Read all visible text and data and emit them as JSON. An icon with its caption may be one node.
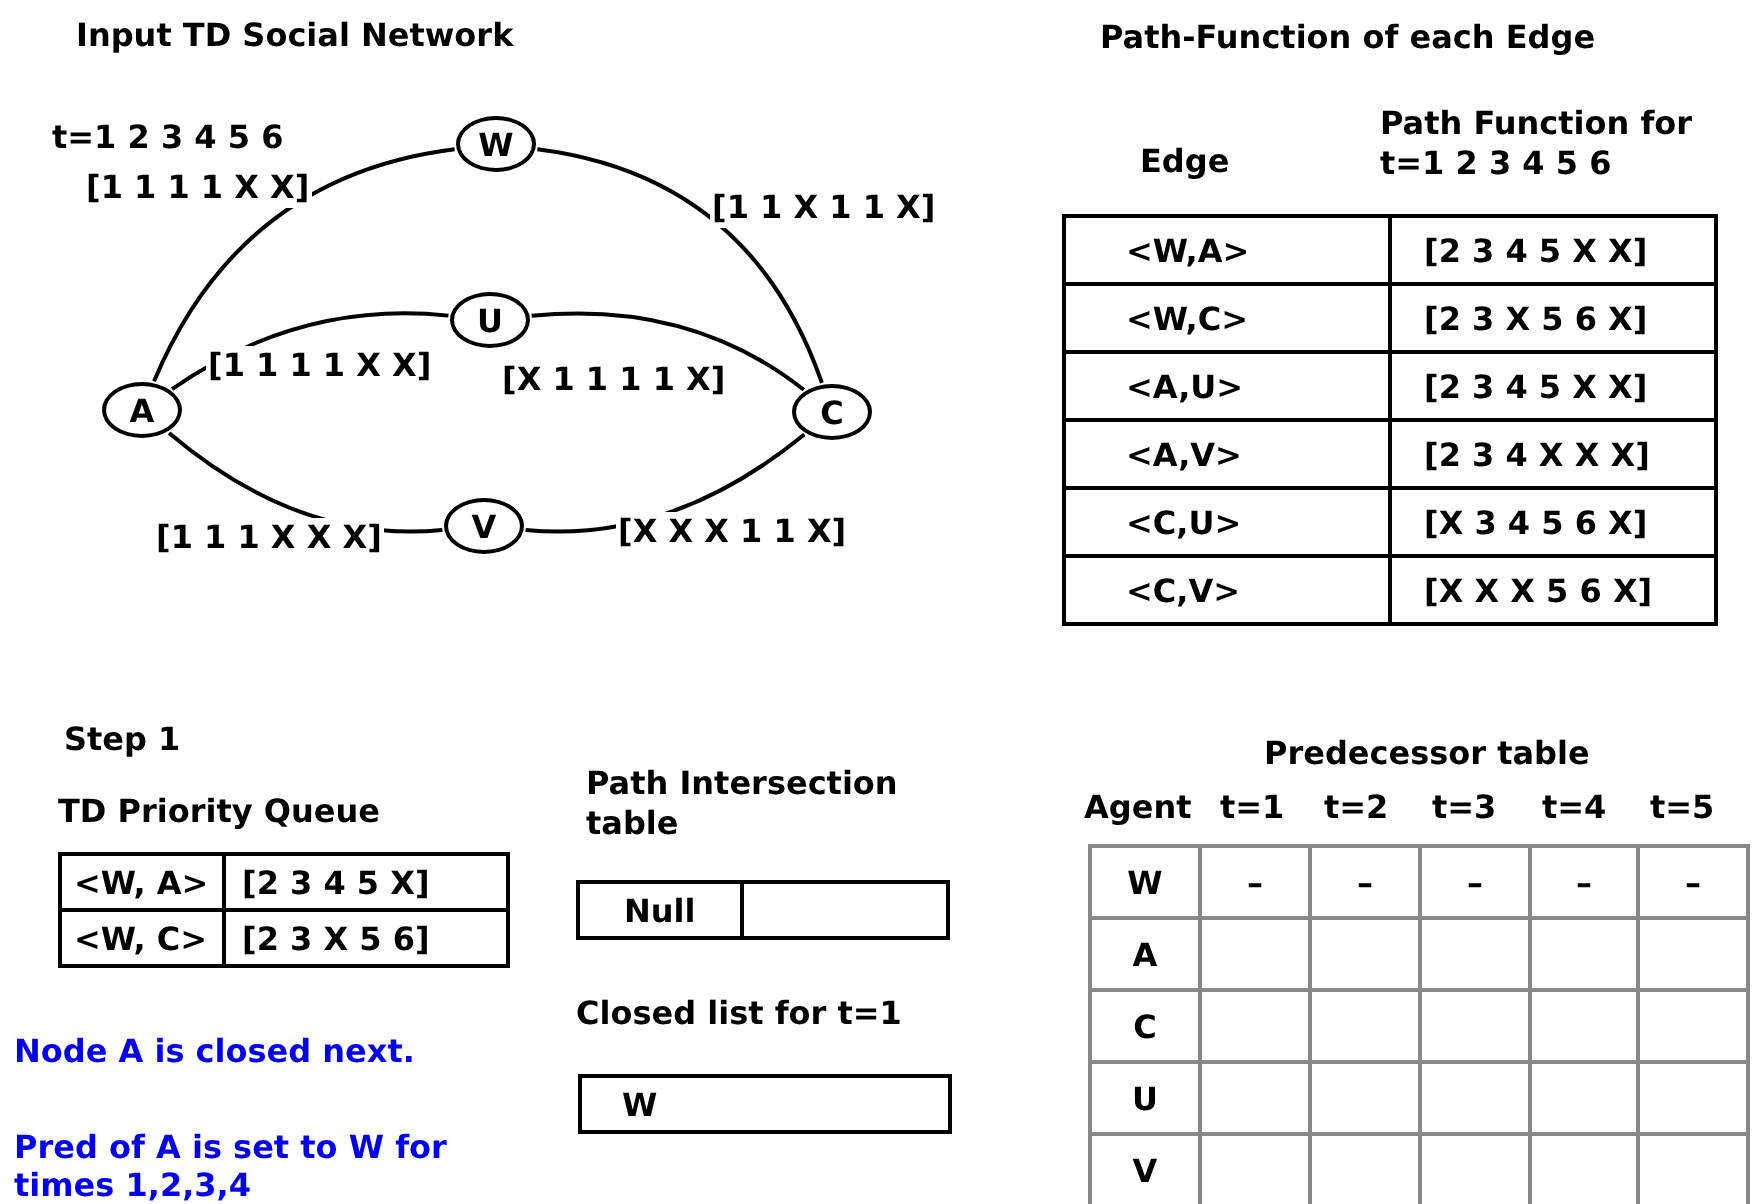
{
  "diagram": {
    "nodes": [
      {
        "text": [
          "W"
        ]
      },
      {
        "text": [
          "U"
        ]
      },
      {
        "text": [
          "A"
        ]
      },
      {
        "text": [
          "C"
        ]
      },
      {
        "text": [
          "V"
        ]
      }
    ],
    "edges": [
      {
        "from": 2,
        "to": 0,
        "arrow": "none",
        "label": "[1 1 1 1 X X]"
      },
      {
        "from": 0,
        "to": 3,
        "arrow": "none",
        "label": "[1 1 X 1 1 X]"
      },
      {
        "from": 2,
        "to": 1,
        "arrow": "none",
        "label": "[1 1 1 1 X X]"
      },
      {
        "from": 1,
        "to": 3,
        "arrow": "none",
        "label": "[X 1 1 1 1 X]"
      },
      {
        "from": 2,
        "to": 4,
        "arrow": "none",
        "label": "[1 1 1 X X X]"
      },
      {
        "from": 4,
        "to": 3,
        "arrow": "none",
        "label": "[X X X 1 1 X]"
      }
    ],
    "labels": [
      "Input TD Social Network",
      "t=1 2 3 4 5 6",
      "Path-Function of each Edge",
      "Edge",
      "Path Function for t=1 2 3 4 5 6",
      "<W,A>",
      "[2 3 4 5 X X]",
      "<W,C>",
      "[2 3 X 5 6 X]",
      "<A,U>",
      "[2 3 4 5 X X]",
      "<A,V>",
      "[2 3 4 X X X]",
      "<C,U>",
      "[X 3 4 5 6 X]",
      "<C,V>",
      "[X X X 5 6 X]",
      "Step 1",
      "TD Priority Queue",
      "<W, A>",
      "[2 3 4 5 X]",
      "<W, C>",
      "[2 3 X 5 6]",
      "Path Intersection table",
      "Null",
      "Closed list for t=1",
      "W",
      "Node A is closed next.",
      "Pred of A is set to W for times 1,2,3,4",
      "Predecessor table",
      "Agent",
      "t=1",
      "t=2",
      "t=3",
      "t=4",
      "t=5",
      "W",
      "–",
      "–",
      "–",
      "–",
      "–",
      "A",
      "C",
      "U",
      "V"
    ]
  }
}
